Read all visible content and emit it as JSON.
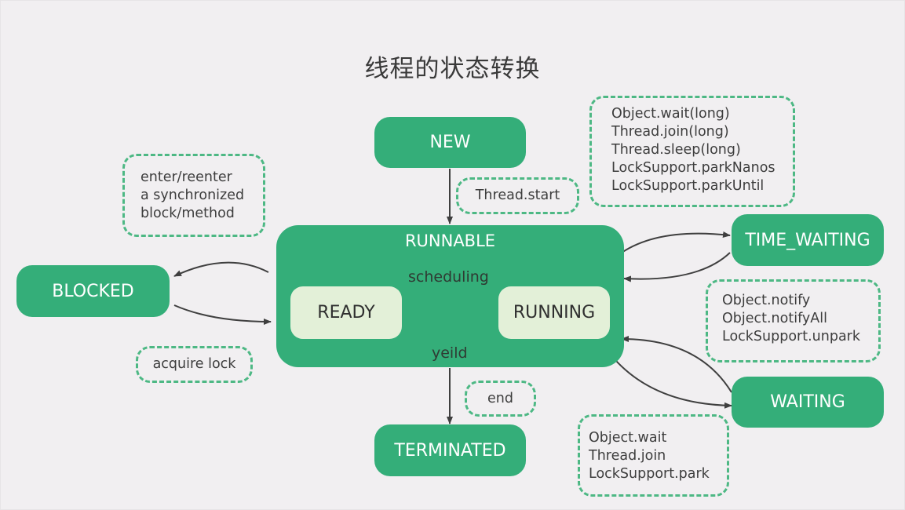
{
  "title": "线程的状态转换",
  "colors": {
    "state_fill": "#34ae79",
    "inner_state_fill": "#e3f0d8",
    "note_border": "#4db884",
    "arrow": "#3f3f3f",
    "background": "#f1eff1"
  },
  "states": {
    "new": "NEW",
    "runnable": "RUNNABLE",
    "ready": "READY",
    "running": "RUNNING",
    "blocked": "BLOCKED",
    "time_waiting": "TIME_WAITING",
    "waiting": "WAITING",
    "terminated": "TERMINATED"
  },
  "edge_labels": {
    "scheduling": "scheduling",
    "yield": "yeild"
  },
  "notes": {
    "thread_start": [
      "Thread.start"
    ],
    "enter_sync": [
      "enter/reenter",
      "a synchronized",
      "block/method"
    ],
    "acquire_lock": [
      "acquire lock"
    ],
    "end": [
      "end"
    ],
    "timed_wait_calls": [
      "Object.wait(long)",
      "Thread.join(long)",
      "Thread.sleep(long)",
      "LockSupport.parkNanos",
      "LockSupport.parkUntil"
    ],
    "notify_calls": [
      "Object.notify",
      "Object.notifyAll",
      "LockSupport.unpark"
    ],
    "wait_calls": [
      "Object.wait",
      "Thread.join",
      "LockSupport.park"
    ]
  },
  "transitions": [
    {
      "from": "NEW",
      "to": "RUNNABLE",
      "label": "Thread.start"
    },
    {
      "from": "RUNNABLE",
      "to": "BLOCKED",
      "label": "enter/reenter a synchronized block/method"
    },
    {
      "from": "BLOCKED",
      "to": "RUNNABLE",
      "label": "acquire lock"
    },
    {
      "from": "READY",
      "to": "RUNNING",
      "label": "scheduling"
    },
    {
      "from": "RUNNING",
      "to": "READY",
      "label": "yeild"
    },
    {
      "from": "RUNNABLE",
      "to": "TIME_WAITING",
      "label": "Object.wait(long) / Thread.join(long) / Thread.sleep(long) / LockSupport.parkNanos / LockSupport.parkUntil"
    },
    {
      "from": "TIME_WAITING",
      "to": "RUNNABLE",
      "label": "Object.notify / Object.notifyAll / LockSupport.unpark"
    },
    {
      "from": "RUNNABLE",
      "to": "WAITING",
      "label": "Object.wait / Thread.join / LockSupport.park"
    },
    {
      "from": "WAITING",
      "to": "RUNNABLE",
      "label": "Object.notify / Object.notifyAll / LockSupport.unpark"
    },
    {
      "from": "RUNNABLE",
      "to": "TERMINATED",
      "label": "end"
    }
  ]
}
